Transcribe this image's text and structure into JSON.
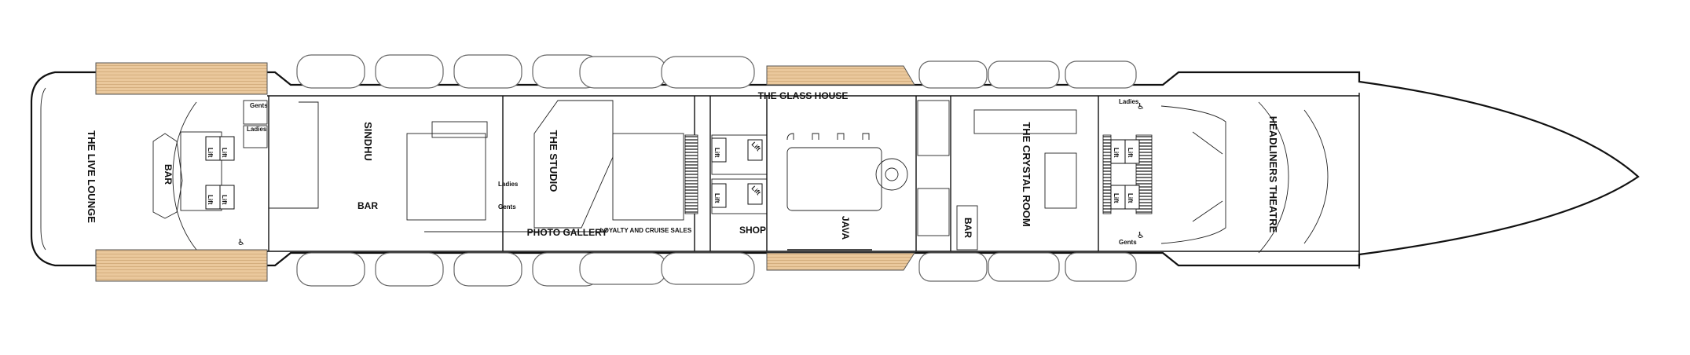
{
  "colors": {
    "hull_outline": "#111111",
    "open_deck_wood": "#e9c79b",
    "lifeboat_stroke": "#666666",
    "background": "#ffffff"
  },
  "venues": {
    "live_lounge": "THE LIVE LOUNGE",
    "bar_aft": "BAR",
    "sindhu": "SINDHU",
    "bar_sindhu": "BAR",
    "the_studio": "THE STUDIO",
    "photo_gallery": "PHOTO GALLERY",
    "loyalty": "LOYALTY AND CRUISE SALES",
    "shop": "SHOP",
    "glass_house": "THE GLASS HOUSE",
    "java": "JAVA",
    "bar_mid": "BAR",
    "crystal_room": "THE CRYSTAL ROOM",
    "headliners": "HEADLINERS THEATRE"
  },
  "facilities": {
    "gents": "Gents",
    "ladies": "Ladies",
    "lift": "Lift",
    "accessible_icon": "wheelchair-icon"
  }
}
